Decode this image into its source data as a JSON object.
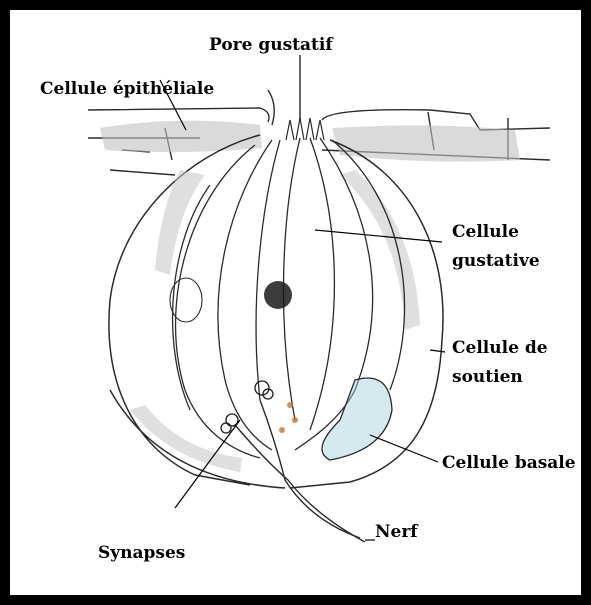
{
  "labels": {
    "pore": "Pore gustatif",
    "epithelial": "Cellule épithéliale",
    "gustative_1": "Cellule",
    "gustative_2": "gustative",
    "support_1": "Cellule de",
    "support_2": "soutien",
    "basal": "Cellule basale",
    "nerve": "Nerf",
    "synapses": "Synapses"
  },
  "colors": {
    "frame": "#000000",
    "outline": "#2a2a2a",
    "shading": "#b8b8b8",
    "nucleus": "#1a1a1a",
    "synapse_orange": "#c8782a",
    "basal_blue": "#8cc8d8"
  }
}
